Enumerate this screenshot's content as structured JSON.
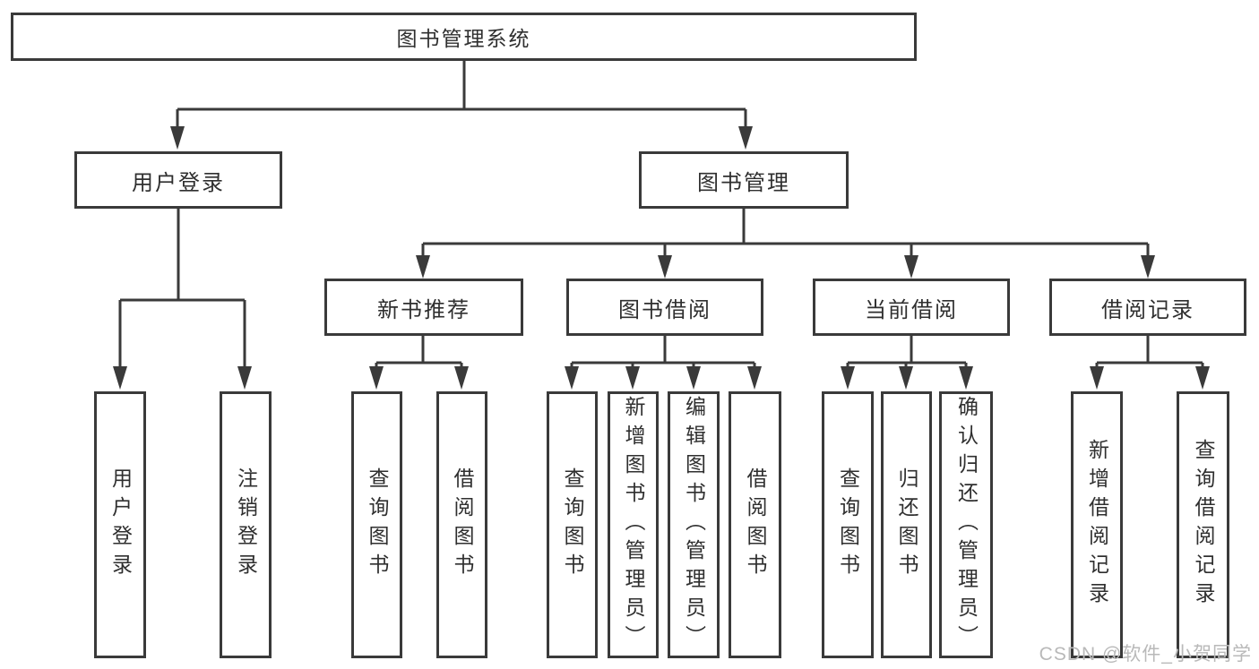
{
  "colors": {
    "line": "#3a3a3a",
    "text": "#2f2f2f",
    "box_fill": "#ffffff",
    "background": "#ffffff",
    "watermark": "#b9b9b9"
  },
  "diagram": {
    "root": {
      "label": "图书管理系统"
    },
    "branches": [
      {
        "label": "用户登录",
        "children": [
          {
            "label": "用户登录"
          },
          {
            "label": "注销登录"
          }
        ]
      },
      {
        "label": "图书管理",
        "children": [
          {
            "label": "新书推荐",
            "children": [
              {
                "label": "查询图书"
              },
              {
                "label": "借阅图书"
              }
            ]
          },
          {
            "label": "图书借阅",
            "children": [
              {
                "label": "查询图书"
              },
              {
                "label": "新增图书（管理员）"
              },
              {
                "label": "编辑图书（管理员）"
              },
              {
                "label": "借阅图书"
              }
            ]
          },
          {
            "label": "当前借阅",
            "children": [
              {
                "label": "查询图书"
              },
              {
                "label": "归还图书"
              },
              {
                "label": "确认归还（管理员）"
              }
            ]
          },
          {
            "label": "借阅记录",
            "children": [
              {
                "label": "新增借阅记录"
              },
              {
                "label": "查询借阅记录"
              }
            ]
          }
        ]
      }
    ]
  },
  "watermark": {
    "text": "CSDN @软件_小贺同学"
  }
}
